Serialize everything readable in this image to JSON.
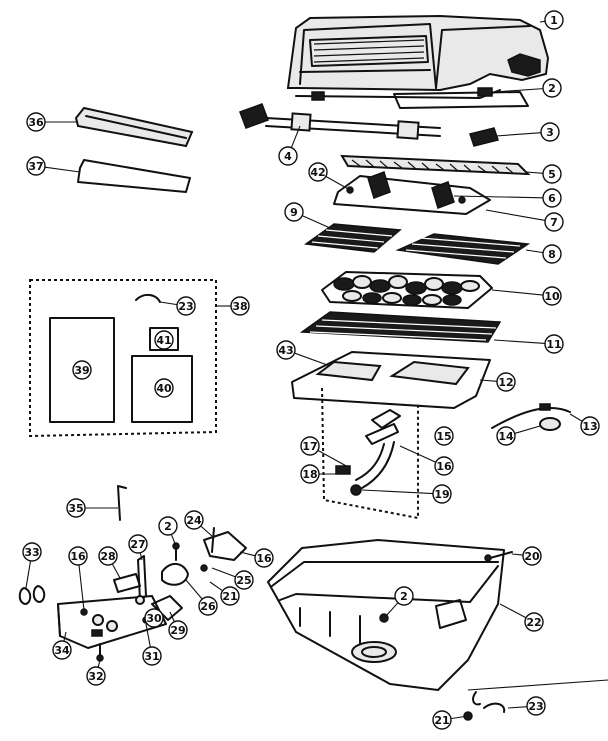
{
  "callouts": [
    "1",
    "2",
    "3",
    "4",
    "5",
    "6",
    "7",
    "8",
    "9",
    "10",
    "11",
    "12",
    "13",
    "14",
    "15",
    "16",
    "17",
    "18",
    "19",
    "20",
    "21",
    "22",
    "23",
    "24",
    "25",
    "26",
    "27",
    "28",
    "29",
    "30",
    "31",
    "32",
    "33",
    "34",
    "35",
    "36",
    "37",
    "38",
    "39",
    "40",
    "41",
    "42",
    "43"
  ]
}
